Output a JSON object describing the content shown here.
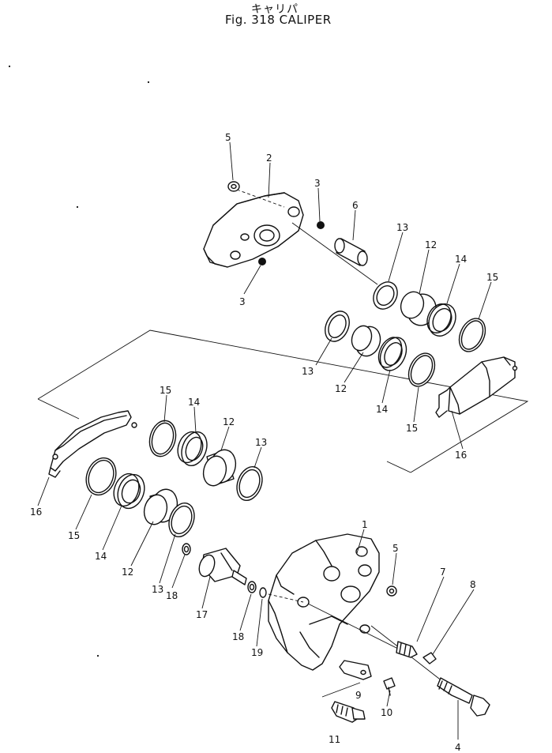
{
  "title": {
    "japanese": "キャリパ",
    "english": "Fig. 318 CALIPER"
  },
  "callouts": [
    {
      "id": "c5a",
      "text": "5"
    },
    {
      "id": "c2",
      "text": "2"
    },
    {
      "id": "c3a",
      "text": "3"
    },
    {
      "id": "c6",
      "text": "6"
    },
    {
      "id": "c3b",
      "text": "3"
    },
    {
      "id": "c13a",
      "text": "13"
    },
    {
      "id": "c12a",
      "text": "12"
    },
    {
      "id": "c14a",
      "text": "14"
    },
    {
      "id": "c15a",
      "text": "15"
    },
    {
      "id": "c13b",
      "text": "13"
    },
    {
      "id": "c12b",
      "text": "12"
    },
    {
      "id": "c14b",
      "text": "14"
    },
    {
      "id": "c15b",
      "text": "15"
    },
    {
      "id": "c16a",
      "text": "16"
    },
    {
      "id": "c15c",
      "text": "15"
    },
    {
      "id": "c14c",
      "text": "14"
    },
    {
      "id": "c12c",
      "text": "12"
    },
    {
      "id": "c13c",
      "text": "13"
    },
    {
      "id": "c16b",
      "text": "16"
    },
    {
      "id": "c15d",
      "text": "15"
    },
    {
      "id": "c14d",
      "text": "14"
    },
    {
      "id": "c12d",
      "text": "12"
    },
    {
      "id": "c13d",
      "text": "13"
    },
    {
      "id": "c18a",
      "text": "18"
    },
    {
      "id": "c17",
      "text": "17"
    },
    {
      "id": "c1",
      "text": "1"
    },
    {
      "id": "c5b",
      "text": "5"
    },
    {
      "id": "c7",
      "text": "7"
    },
    {
      "id": "c8",
      "text": "8"
    },
    {
      "id": "c18b",
      "text": "18"
    },
    {
      "id": "c19",
      "text": "19"
    },
    {
      "id": "c9",
      "text": "9"
    },
    {
      "id": "c10",
      "text": "10"
    },
    {
      "id": "c11",
      "text": "11"
    },
    {
      "id": "c4",
      "text": "4"
    }
  ]
}
